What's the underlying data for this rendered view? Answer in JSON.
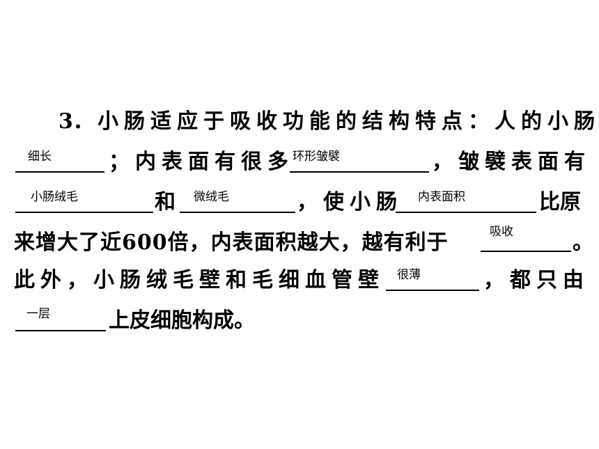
{
  "question": {
    "number": "3．",
    "line1": "小肠适应于吸收功能的结构特点：人的小肠",
    "l2_a": "；内表面有很多",
    "l2_b": "，皱襞表面有",
    "l3_a": "和",
    "l3_b": "，使小肠",
    "l3_c": "比原",
    "l4_a": "来增大了近600倍，内表面积越大，越有利于",
    "l4_b": "。",
    "l5_a": "此外，小肠绒毛壁和毛细血管壁",
    "l5_b": "，都只由",
    "l6_a": "上皮细胞构成。"
  },
  "answers": {
    "a1": "细长",
    "a2": "环形皱襞",
    "a3": "小肠绒毛",
    "a4": "微绒毛",
    "a5": "内表面积",
    "a6": "吸收",
    "a7": "很薄",
    "a8": "一层"
  }
}
